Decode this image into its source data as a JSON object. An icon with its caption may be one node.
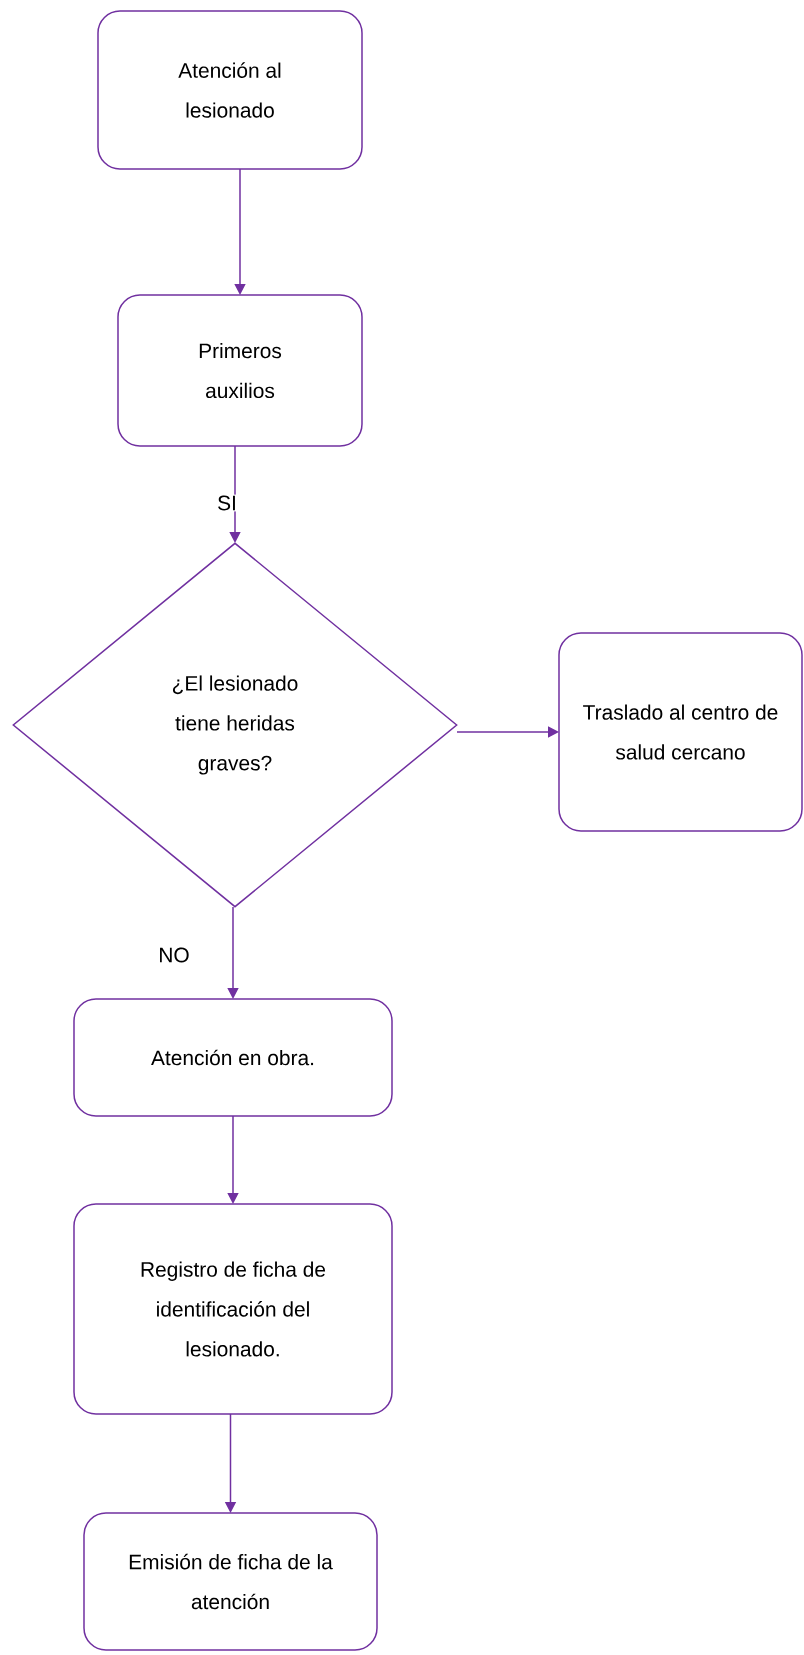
{
  "diagram": {
    "nodes": [
      {
        "text": [
          "Atención al lesionado"
        ]
      },
      {
        "text": [
          "Primeros auxilios"
        ]
      },
      {
        "text": [
          "¿El lesionado tiene heridas graves?"
        ]
      },
      {
        "text": [
          "Traslado al centro de salud cercano"
        ]
      },
      {
        "text": [
          "Atención en obra."
        ]
      },
      {
        "text": [
          "Registro de ficha de identificación del lesionado."
        ]
      },
      {
        "text": [
          "Emisión de ficha de la atención"
        ]
      }
    ],
    "edges": [
      {
        "from": 0,
        "to": 1,
        "arrow": "to"
      },
      {
        "from": 1,
        "to": 2,
        "arrow": "to",
        "label": "SI"
      },
      {
        "from": 2,
        "to": 3,
        "arrow": "to"
      },
      {
        "from": 2,
        "to": 4,
        "arrow": "to",
        "label": "NO"
      },
      {
        "from": 4,
        "to": 5,
        "arrow": "to"
      },
      {
        "from": 5,
        "to": 6,
        "arrow": "to"
      }
    ]
  }
}
